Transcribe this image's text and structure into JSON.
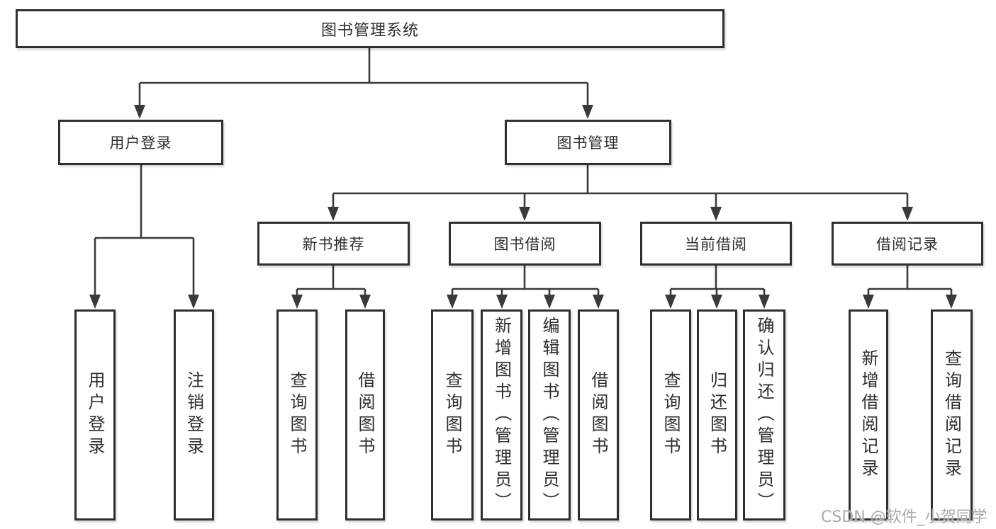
{
  "tree": {
    "root": {
      "label": "图书管理系统"
    },
    "branches": [
      {
        "label": "用户登录",
        "children": [
          {
            "label": "用户登录"
          },
          {
            "label": "注销登录"
          }
        ]
      },
      {
        "label": "图书管理",
        "children": [
          {
            "label": "新书推荐",
            "children": [
              {
                "label": "查询图书"
              },
              {
                "label": "借阅图书"
              }
            ]
          },
          {
            "label": "图书借阅",
            "children": [
              {
                "label": "查询图书"
              },
              {
                "label": "新增图书（管理员）"
              },
              {
                "label": "编辑图书（管理员）"
              },
              {
                "label": "借阅图书"
              }
            ]
          },
          {
            "label": "当前借阅",
            "children": [
              {
                "label": "查询图书"
              },
              {
                "label": "归还图书"
              },
              {
                "label": "确认归还（管理员）"
              }
            ]
          },
          {
            "label": "借阅记录",
            "children": [
              {
                "label": "新增借阅记录"
              },
              {
                "label": "查询借阅记录"
              }
            ]
          }
        ]
      }
    ]
  },
  "watermark": {
    "text": "CSDN @软件_小贺同学"
  },
  "colors": {
    "line": "#3a3a3a",
    "box_border": "#2f2f2f",
    "text": "#2d2d2d",
    "watermark": "#a9a9a9",
    "background": "#ffffff"
  }
}
